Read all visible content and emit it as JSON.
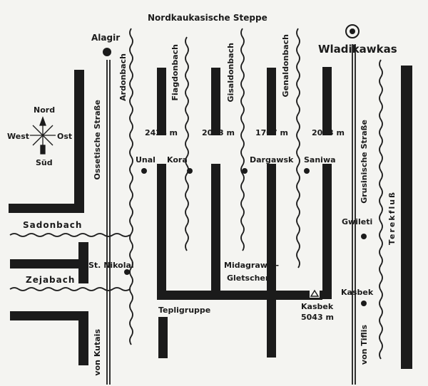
{
  "title": "Nordkaukasische Steppe",
  "cities": {
    "alagir": "Alagir",
    "wladikawkas": "Wladikawkas"
  },
  "compass": {
    "north": "Nord",
    "south": "Süd",
    "east": "Ost",
    "west": "West"
  },
  "rivers": {
    "ardonbach": "Ardonbach",
    "fiagdonbach": "Fiagdonbach",
    "gisaldonbach": "Gisaldonbach",
    "genaldonbach": "Genaldonbach",
    "sadonbach": "Sadonbach",
    "zejabach": "Zejabach",
    "terekfluss": "Terekfluß"
  },
  "roads": {
    "ossetische": "Ossetische Straße",
    "grusinische": "Grusinische Straße",
    "von_kutais": "von Kutais",
    "von_tiflis": "von Tiflis"
  },
  "elevations": {
    "e2424": "2424 m",
    "e2043": "2043 m",
    "e1707": "1707 m",
    "e2053": "2053 m"
  },
  "places": {
    "unal": "Unal",
    "kora": "Kora",
    "dargawsk": "Dargawsk",
    "saniwa": "Saniwa",
    "gwileti": "Gwileti",
    "st_nikolai": "St. Nikolai",
    "midagrawin_1": "Midagrawin-",
    "midagrawin_2": "Gletscher",
    "tepligruppe": "Tepligruppe",
    "kasbek_town": "Kasbek",
    "kasbek_peak": "Kasbek",
    "kasbek_height": "5043 m"
  },
  "colors": {
    "ink": "#1b1b1b",
    "paper": "#f4f4f1"
  }
}
